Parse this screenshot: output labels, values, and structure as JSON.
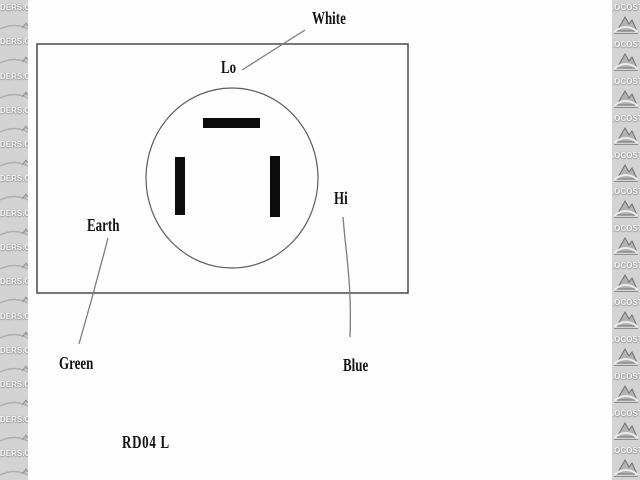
{
  "diagram": {
    "labels": {
      "white": "White",
      "lo": "Lo",
      "hi": "Hi",
      "earth": "Earth",
      "green": "Green",
      "blue": "Blue",
      "part_code": "RD04 L"
    }
  },
  "watermark": {
    "left_text": "DERS.C",
    "right_text": ".OCOST"
  },
  "colors": {
    "background": "#fdfdfd",
    "strip_background": "#d3d3d3",
    "strip_text": "#f4f4f4",
    "outline": "#4a4a4a",
    "circle": "#5c5c5c",
    "leader_line": "#7d7d7d",
    "pin": "#0c0c0c",
    "label_text": "#131313"
  }
}
